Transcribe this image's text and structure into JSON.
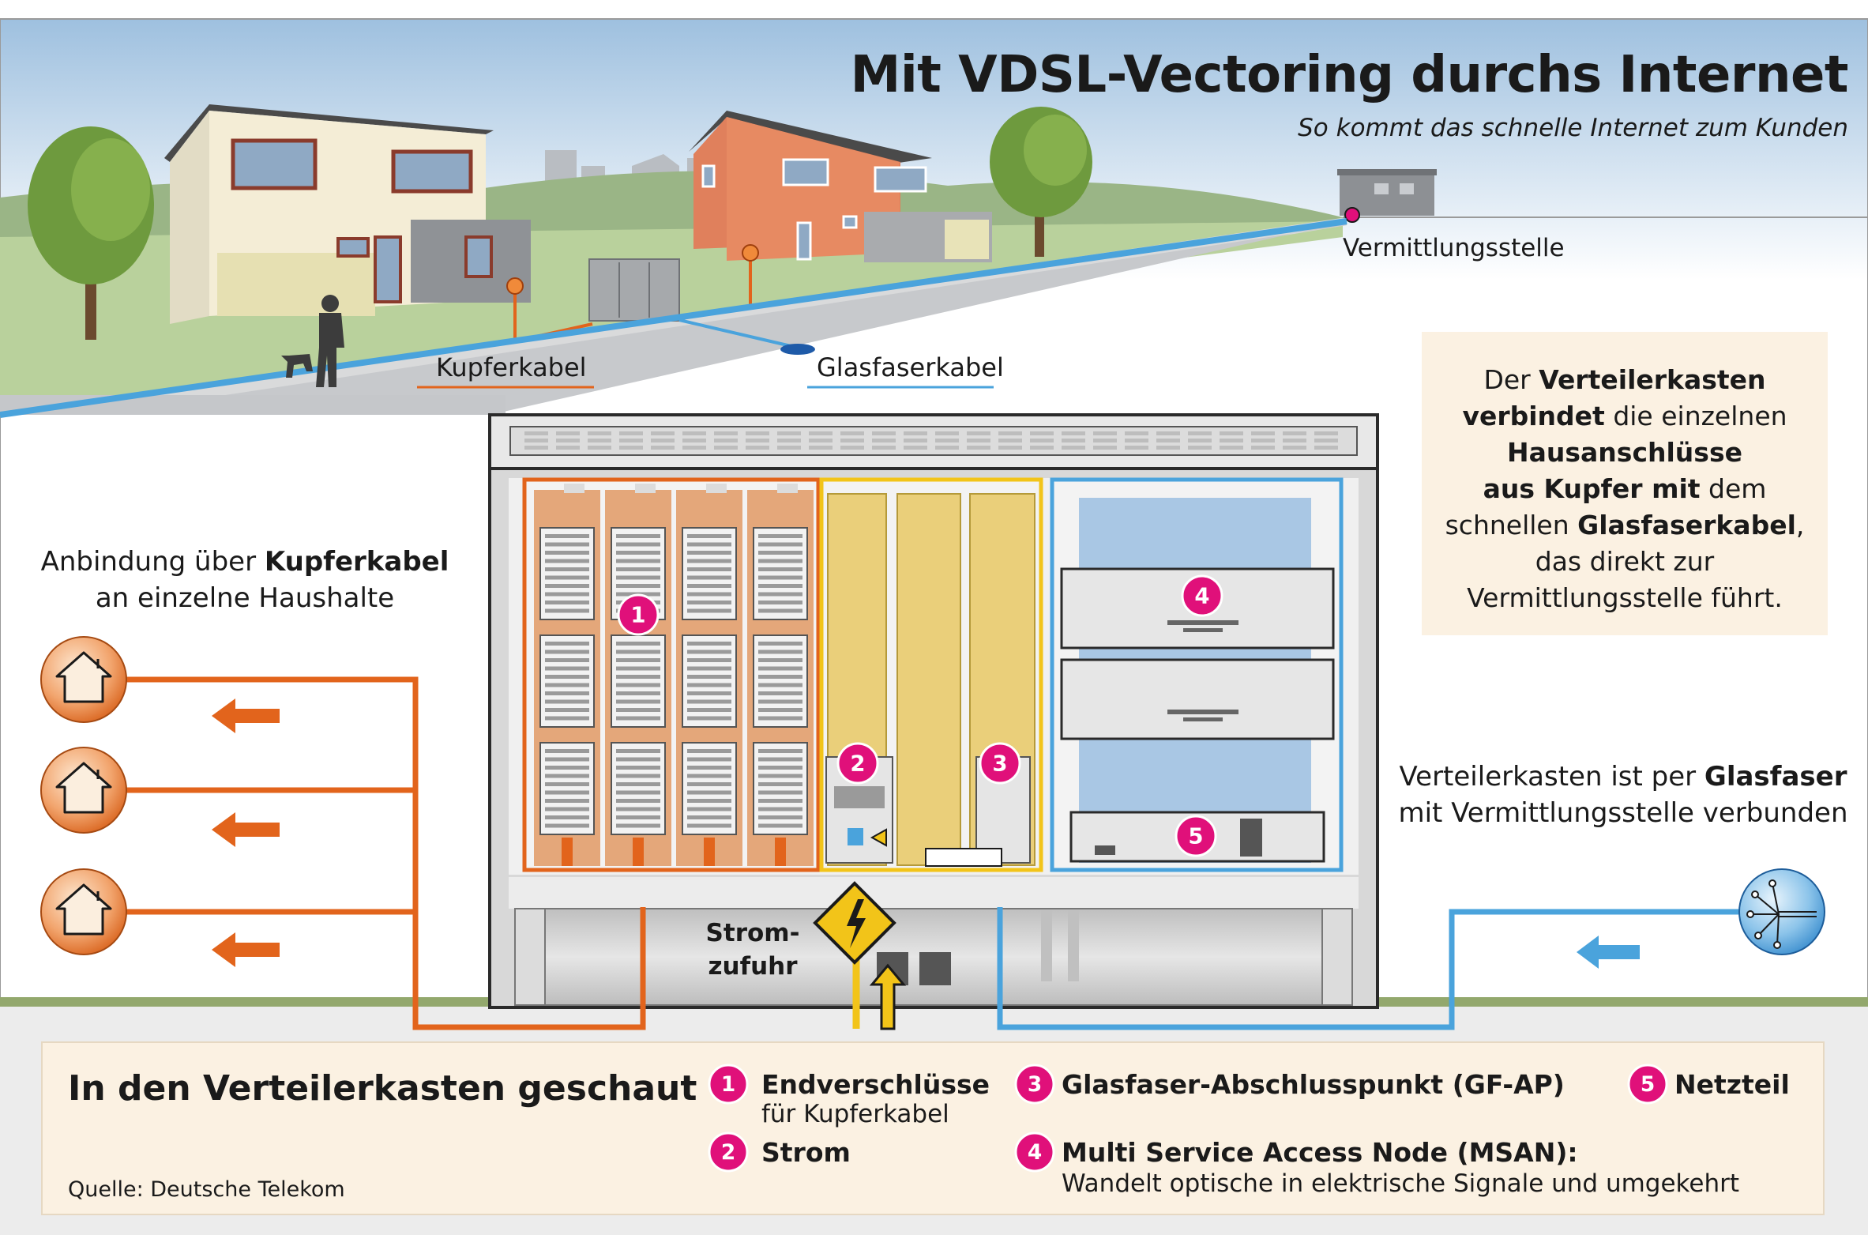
{
  "header": {
    "title": "Mit VDSL-Vectoring durchs Internet",
    "subtitle": "So kommt das schnelle Internet zum Kunden"
  },
  "scene": {
    "vermittlungsstelle": "Vermittlungsstelle",
    "kupferkabel": "Kupferkabel",
    "glasfaserkabel": "Glasfaserkabel"
  },
  "infobox": {
    "l1a": "Der ",
    "l1b": "Verteilerkasten",
    "l2a": "verbindet",
    "l2b": " die einzelnen",
    "l3": "Hausanschlüsse",
    "l4a": "aus Kupfer mit",
    "l4b": " dem",
    "l5a": "schnellen ",
    "l5b": "Glasfaserkabel",
    "l5c": ",",
    "l6": "das direkt zur",
    "l7": "Vermittlungsstelle führt."
  },
  "anbindung": {
    "l1a": "Anbindung über ",
    "l1b": "Kupferkabel",
    "l2": "an einzelne Haushalte"
  },
  "glasfaser_note": {
    "l1a": "Verteilerkasten ist per ",
    "l1b": "Glasfaser",
    "l2": "mit Vermittlungsstelle verbunden"
  },
  "strom": {
    "l1": "Strom-",
    "l2": "zufuhr"
  },
  "markers": [
    "1",
    "2",
    "3",
    "4",
    "5"
  ],
  "legend": {
    "heading": "In den Verteilerkasten geschaut",
    "source": "Quelle: Deutsche Telekom",
    "items": [
      {
        "num": "1",
        "title": "Endverschlüsse",
        "desc": "für Kupferkabel"
      },
      {
        "num": "2",
        "title": "Strom",
        "desc": ""
      },
      {
        "num": "3",
        "title": "Glasfaser-Abschlusspunkt (GF-AP)",
        "desc": ""
      },
      {
        "num": "4",
        "title": "Multi Service Access Node (MSAN):",
        "desc": "Wandelt optische in elektrische Signale und umgekehrt"
      },
      {
        "num": "5",
        "title": "Netzteil",
        "desc": ""
      }
    ]
  },
  "colors": {
    "copper": "#e2641c",
    "fiber": "#4aa3dc",
    "power": "#f2c419",
    "marker": "#e0107a",
    "sky_top": "#9ec0df",
    "panel": "#fbf1e2"
  },
  "icons": [
    "house-icon",
    "network-node-icon",
    "lightning-warning-icon",
    "arrow-left-icon",
    "arrow-up-icon"
  ]
}
